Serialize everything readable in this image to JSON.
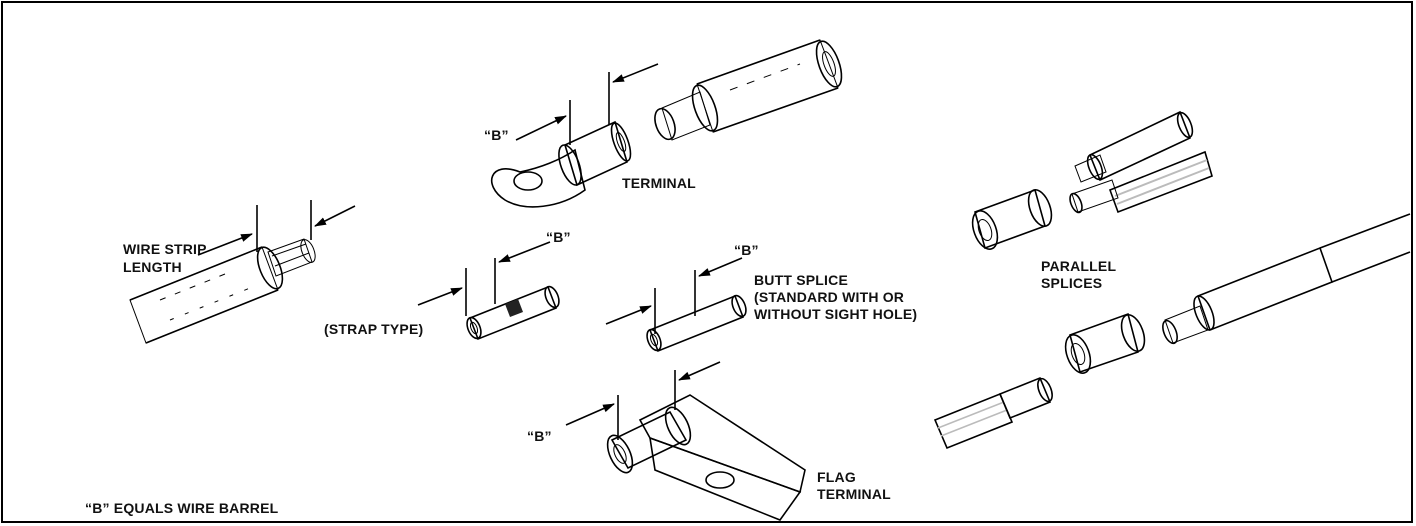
{
  "labels": {
    "b_terminal": "“B”",
    "terminal": "TERMINAL",
    "wire_strip_line1": "WIRE STRIP",
    "wire_strip_line2": "LENGTH",
    "b_strap": "“B”",
    "strap_type": "(STRAP TYPE)",
    "b_butt": "“B”",
    "butt_line1": "BUTT SPLICE",
    "butt_line2": "(STANDARD WITH OR",
    "butt_line3": "WITHOUT SIGHT HOLE)",
    "parallel_line1": "PARALLEL",
    "parallel_line2": "SPLICES",
    "b_flag": "“B”",
    "flag_line1": "FLAG",
    "flag_line2": "TERMINAL",
    "legend": "“B” EQUALS WIRE BARREL"
  },
  "colors": {
    "ink": "#000000",
    "shade": "#9a9a9a",
    "background": "#ffffff"
  }
}
